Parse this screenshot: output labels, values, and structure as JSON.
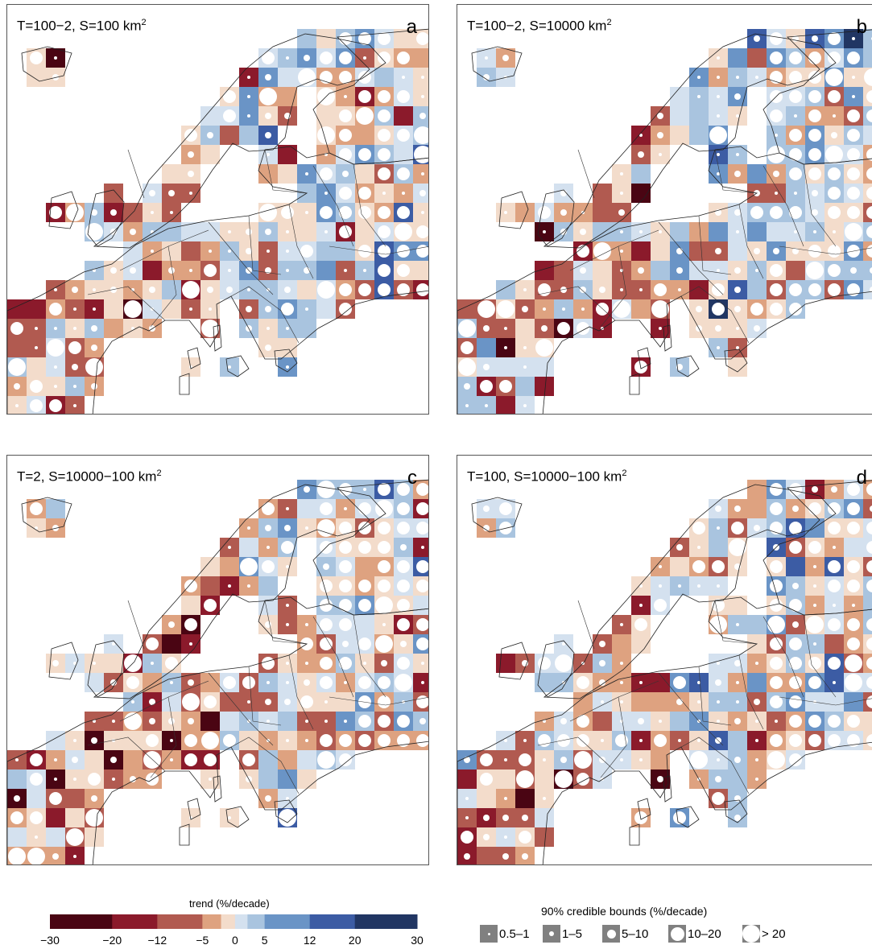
{
  "panels": [
    {
      "letter": "a",
      "title_main": "T=100−2, S=100 km",
      "title_sup": "2",
      "seed": 11
    },
    {
      "letter": "b",
      "title_main": "T=100−2, S=10000 km",
      "title_sup": "2",
      "seed": 23
    },
    {
      "letter": "c",
      "title_main": "T=2, S=10000−100 km",
      "title_sup": "2",
      "seed": 37
    },
    {
      "letter": "d",
      "title_main": "T=100, S=10000−100 km",
      "title_sup": "2",
      "seed": 53
    }
  ],
  "colorbar": {
    "title": "trend (%/decade)",
    "ticks": [
      "−30",
      "−20",
      "−12",
      "−5",
      "0",
      "5",
      "12",
      "20",
      "30"
    ],
    "colors": [
      "#4a0513",
      "#8b1a2b",
      "#b15a50",
      "#dea280",
      "#f3dccb",
      "#d4e1ef",
      "#a9c4df",
      "#6a94c6",
      "#3c5ca4",
      "#213663"
    ]
  },
  "size_legend": {
    "title": "90% credible bounds (%/decade)",
    "items": [
      {
        "label": "0.5–1",
        "dot": 3
      },
      {
        "label": "1–5",
        "dot": 6
      },
      {
        "label": "5–10",
        "dot": 11
      },
      {
        "label": "10–20",
        "dot": 17
      },
      {
        "label": "> 20",
        "dot": 22
      }
    ]
  }
}
